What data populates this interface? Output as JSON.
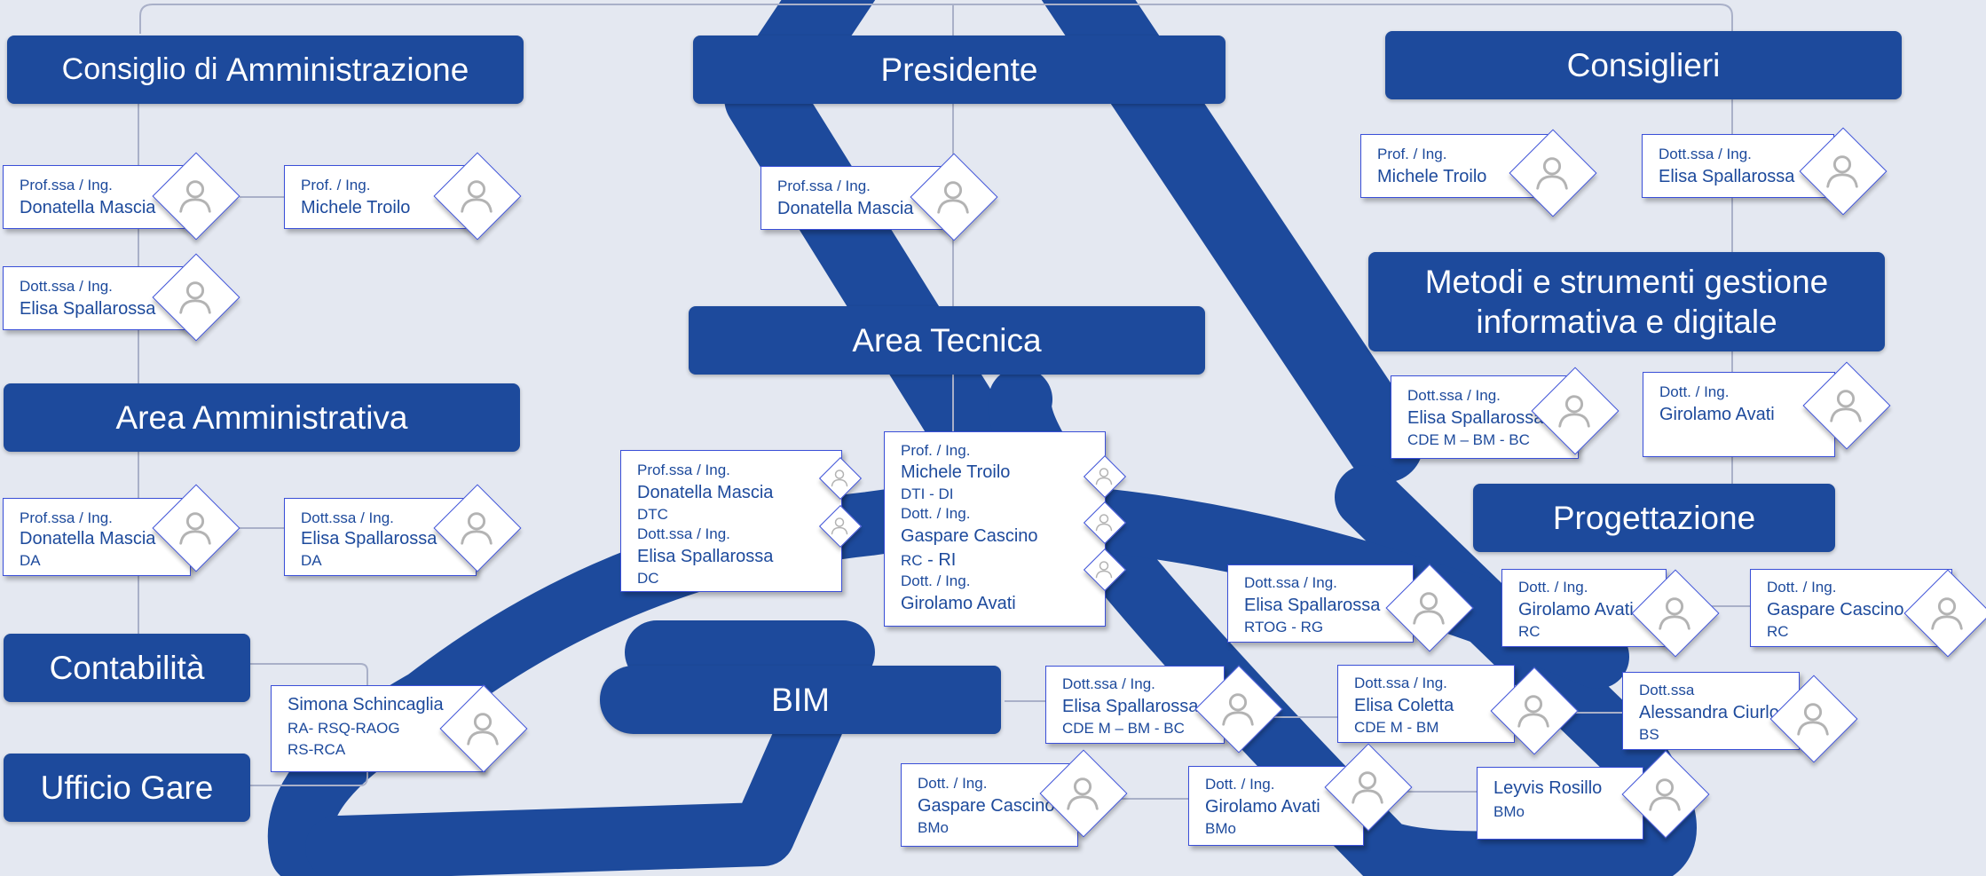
{
  "colors": {
    "brand": "#1d4a9c",
    "connector": "#a9b0c8",
    "card_border": "#3a4fd8",
    "background": "#e4e8f1"
  },
  "headers": {
    "consiglio_pre": "Consiglio di ",
    "consiglio_main": "Amministrazione",
    "presidente": "Presidente",
    "consiglieri": "Consiglieri",
    "metodi_l1": "Metodi e strumenti gestione",
    "metodi_l2": "informativa e digitale",
    "area_tecnica": "Area Tecnica",
    "area_amministrativa": "Area Amministrativa",
    "progettazione": "Progettazione",
    "contabilita": "Contabilità",
    "ufficio_gare": "Ufficio Gare",
    "bim": "BIM"
  },
  "people": {
    "cda_mascia": {
      "title": "Prof.ssa / Ing.",
      "name": "Donatella Mascia",
      "icon": "user-icon"
    },
    "cda_troilo": {
      "title": "Prof. / Ing.",
      "name": "Michele Troilo",
      "icon": "user-icon"
    },
    "cda_spallarossa": {
      "title": "Dott.ssa / Ing.",
      "name": "Elisa Spallarossa",
      "icon": "user-icon"
    },
    "pres_mascia": {
      "title": "Prof.ssa / Ing.",
      "name": "Donatella Mascia",
      "icon": "user-icon"
    },
    "cons_troilo": {
      "title": "Prof. / Ing.",
      "name": "Michele Troilo",
      "icon": "user-icon"
    },
    "cons_spallarossa": {
      "title": "Dott.ssa / Ing.",
      "name": "Elisa Spallarossa",
      "icon": "user-icon"
    },
    "met_spallarossa": {
      "title": "Dott.ssa / Ing.",
      "name": "Elisa Spallarossa",
      "code": "CDE M – BM - BC",
      "icon": "user-icon"
    },
    "met_avati": {
      "title": "Dott. / Ing.",
      "name": "Girolamo Avati",
      "icon": "user-icon"
    },
    "amm_mascia": {
      "title": "Prof.ssa / Ing.",
      "name": "Donatella Mascia",
      "code": "DA",
      "icon": "user-icon"
    },
    "amm_spallarossa": {
      "title": "Dott.ssa / Ing.",
      "name": "Elisa Spallarossa",
      "code": "DA",
      "icon": "user-icon"
    },
    "schincaglia": {
      "name": "Simona Schincaglia",
      "code1": "RA- RSQ-RAOG",
      "code2": "RS-RCA",
      "icon": "user-icon"
    },
    "tec_left": {
      "t1": "Prof.ssa / Ing.",
      "n1": "Donatella Mascia",
      "c1": "DTC",
      "t2": "Dott.ssa / Ing.",
      "n2": "Elisa Spallarossa",
      "c2": "DC"
    },
    "tec_center": {
      "t1": "Prof. / Ing.",
      "n1": "Michele Troilo",
      "c1": "DTI - DI",
      "t2": "Dott. / Ing.",
      "n2": "Gaspare Cascino",
      "c2a": "RC",
      "c2b": " - RI",
      "t3": "Dott. / Ing.",
      "n3": "Girolamo Avati"
    },
    "prog_spallarossa": {
      "title": "Dott.ssa / Ing.",
      "name": "Elisa Spallarossa",
      "code": "RTOG - RG",
      "icon": "user-icon"
    },
    "prog_avati": {
      "title": "Dott. / Ing.",
      "name": "Girolamo Avati",
      "code": "RC",
      "icon": "user-icon"
    },
    "prog_cascino": {
      "title": "Dott. / Ing.",
      "name": "Gaspare Cascino",
      "code": "RC",
      "icon": "user-icon"
    },
    "bim_spallarossa": {
      "title": "Dott.ssa / Ing.",
      "name": "Elisa Spallarossa",
      "code": "CDE M – BM - BC",
      "icon": "user-icon"
    },
    "bim_coletta": {
      "title": "Dott.ssa / Ing.",
      "name": "Elisa Coletta",
      "code": "CDE M - BM",
      "icon": "user-icon"
    },
    "bim_ciurlo": {
      "title": "Dott.ssa",
      "name": "Alessandra Ciurlo",
      "code": "BS",
      "icon": "user-icon"
    },
    "bim_cascino": {
      "title": "Dott. / Ing.",
      "name": "Gaspare Cascino",
      "code": "BMo",
      "icon": "user-icon"
    },
    "bim_avati": {
      "title": "Dott. / Ing.",
      "name": "Girolamo Avati",
      "code": "BMo",
      "icon": "user-icon"
    },
    "bim_rosillo": {
      "name": "Leyvis Rosillo",
      "code": "BMo",
      "icon": "user-icon"
    }
  }
}
